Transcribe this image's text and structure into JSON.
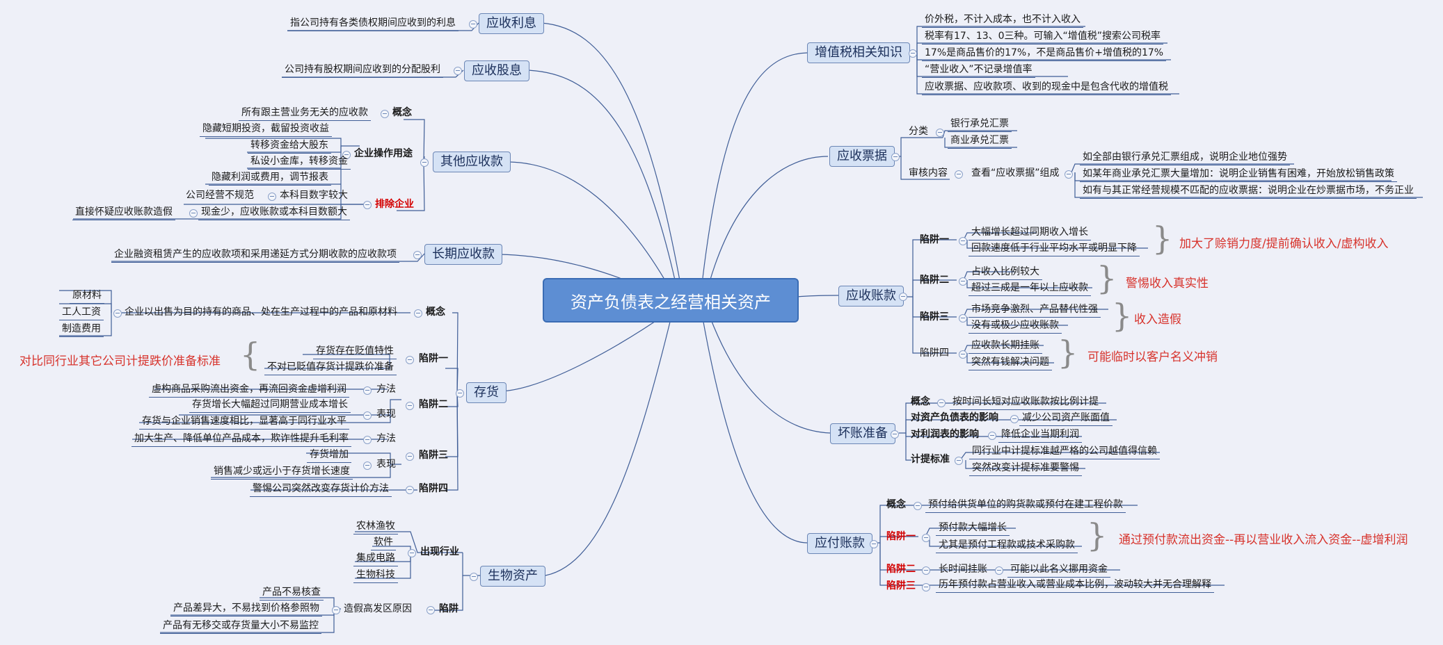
{
  "title": "资产负债表之经营相关资产",
  "left": {
    "yingshou_lixi": {
      "label": "应收利息",
      "desc": "指公司持有各类债权期间应收到的利息"
    },
    "yingshou_guxi": {
      "label": "应收股息",
      "desc": "公司持有股权期间应收到的分配股利"
    },
    "qita_yingshou": {
      "label": "其他应收款",
      "concept_label": "概念",
      "concept": "所有跟主营业务无关的应收款",
      "usage_label": "企业操作用途",
      "usage": [
        "隐藏短期投资，截留投资收益",
        "转移资金给大股东",
        "私设小金库，转移资金",
        "隐藏利润或费用，调节报表"
      ],
      "exclude_label": "排除企业",
      "exclude": [
        "公司经营不规范",
        "本科目数字较大",
        "直接怀疑应收账款造假",
        "现金少，应收账款或本科目数额大"
      ]
    },
    "changqi_yingshou": {
      "label": "长期应收款",
      "desc": "企业融资租赁产生的应收款项和采用递延方式分期收款的应收款项"
    },
    "cunhuo": {
      "label": "存货",
      "concept_label": "概念",
      "concept": "企业以出售为目的持有的商品、处在生产过程中的产品和原材料",
      "components": [
        "原材料",
        "工人工资",
        "制造费用"
      ],
      "trap1_label": "陷阱一",
      "trap1": [
        "存货存在贬值特性",
        "不对已贬值存货计提跌价准备"
      ],
      "trap1_note": "对比同行业其它公司计提跌价准备标准",
      "trap2_label": "陷阱二",
      "method_label": "方法",
      "show_label": "表现",
      "trap2_method": "虚构商品采购流出资金，再流回资金虚增利润",
      "trap2_show": [
        "存货增长大幅超过同期营业成本增长",
        "存货与企业销售速度相比，显著高于同行业水平"
      ],
      "trap3_label": "陷阱三",
      "trap3_method": "加大生产、降低单位产品成本，欺诈性提升毛利率",
      "trap3_show": [
        "存货增加",
        "销售减少或远小于存货增长速度"
      ],
      "trap4_label": "陷阱四",
      "trap4": "警惕公司突然改变存货计价方法"
    },
    "shengwu_zichan": {
      "label": "生物资产",
      "industry_label": "出现行业",
      "industries": [
        "农林渔牧",
        "软件",
        "集成电路",
        "生物科技"
      ],
      "trap_label": "陷阱",
      "reason_label": "造假高发区原因",
      "reasons": [
        "产品不易核查",
        "产品差异大，不易找到价格参照物",
        "产品有无移交或存货量大小不易监控"
      ]
    }
  },
  "right": {
    "zengzhishui": {
      "label": "增值税相关知识",
      "items": [
        "价外税，不计入成本，也不计入收入",
        "税率有17、13、0三种。可输入“增值税”搜索公司税率",
        "17%是商品售价的17%，不是商品售价+增值税的17%",
        "“营业收入”不记录增值率",
        "应收票据、应收款项、收到的现金中是包含代收的增值税"
      ]
    },
    "yingshou_piaoju": {
      "label": "应收票据",
      "class_label": "分类",
      "classes": [
        "银行承兑汇票",
        "商业承兑汇票"
      ],
      "audit_label": "审核内容",
      "audit_sub": "查看“应收票据”组成",
      "audit_items": [
        "如全部由银行承兑汇票组成，说明企业地位强势",
        "如某年商业承兑汇票大量增加：说明企业销售有困难，开始放松销售政策",
        "如有与其正常经营规模不匹配的应收票据：说明企业在炒票据市场，不务正业"
      ]
    },
    "yingshou_zhangkuan": {
      "label": "应收账款",
      "traps": [
        {
          "label": "陷阱一",
          "items": [
            "大幅增长超过同期收入增长",
            "回款速度低于行业平均水平或明显下降"
          ],
          "note": "加大了赊销力度/提前确认收入/虚构收入"
        },
        {
          "label": "陷阱二",
          "items": [
            "占收入比例较大",
            "超过三成是一年以上应收款"
          ],
          "note": "警惕收入真实性"
        },
        {
          "label": "陷阱三",
          "items": [
            "市场竞争激烈、产品替代性强",
            "没有或极少应收账款"
          ],
          "note": "收入造假"
        },
        {
          "label": "陷阱四",
          "items": [
            "应收款长期挂账",
            "突然有钱解决问题"
          ],
          "note": "可能临时以客户名义冲销"
        }
      ]
    },
    "huaizhang": {
      "label": "坏账准备",
      "concept_label": "概念",
      "concept": "按时间长短对应收账款按比例计提",
      "bs_label": "对资产负债表的影响",
      "bs": "减少公司资产账面值",
      "pl_label": "对利润表的影响",
      "pl": "降低企业当期利润",
      "std_label": "计提标准",
      "std": [
        "同行业中计提标准越严格的公司越值得信赖",
        "突然改变计提标准要警惕"
      ]
    },
    "yufu": {
      "label": "应付账款",
      "concept_label": "概念",
      "concept": "预付给供货单位的购货款或预付在建工程价款",
      "trap1_label": "陷阱一",
      "trap1": [
        "预付款大幅增长",
        "尤其是预付工程款或技术采购款"
      ],
      "trap1_note": "通过预付款流出资金--再以营业收入流入资金--虚增利润",
      "trap2_label": "陷阱二",
      "trap2": [
        "长时间挂账",
        "可能以此名义挪用资金"
      ],
      "trap3_label": "陷阱三",
      "trap3": "历年预付款占营业收入或营业成本比例，波动较大并无合理解释"
    }
  },
  "colors": {
    "central_fill": "#5d8ed3",
    "topic_fill": "#d5e2f5",
    "line": "#3f5d96",
    "note": "#d7322b",
    "background": "#eef0f8"
  }
}
